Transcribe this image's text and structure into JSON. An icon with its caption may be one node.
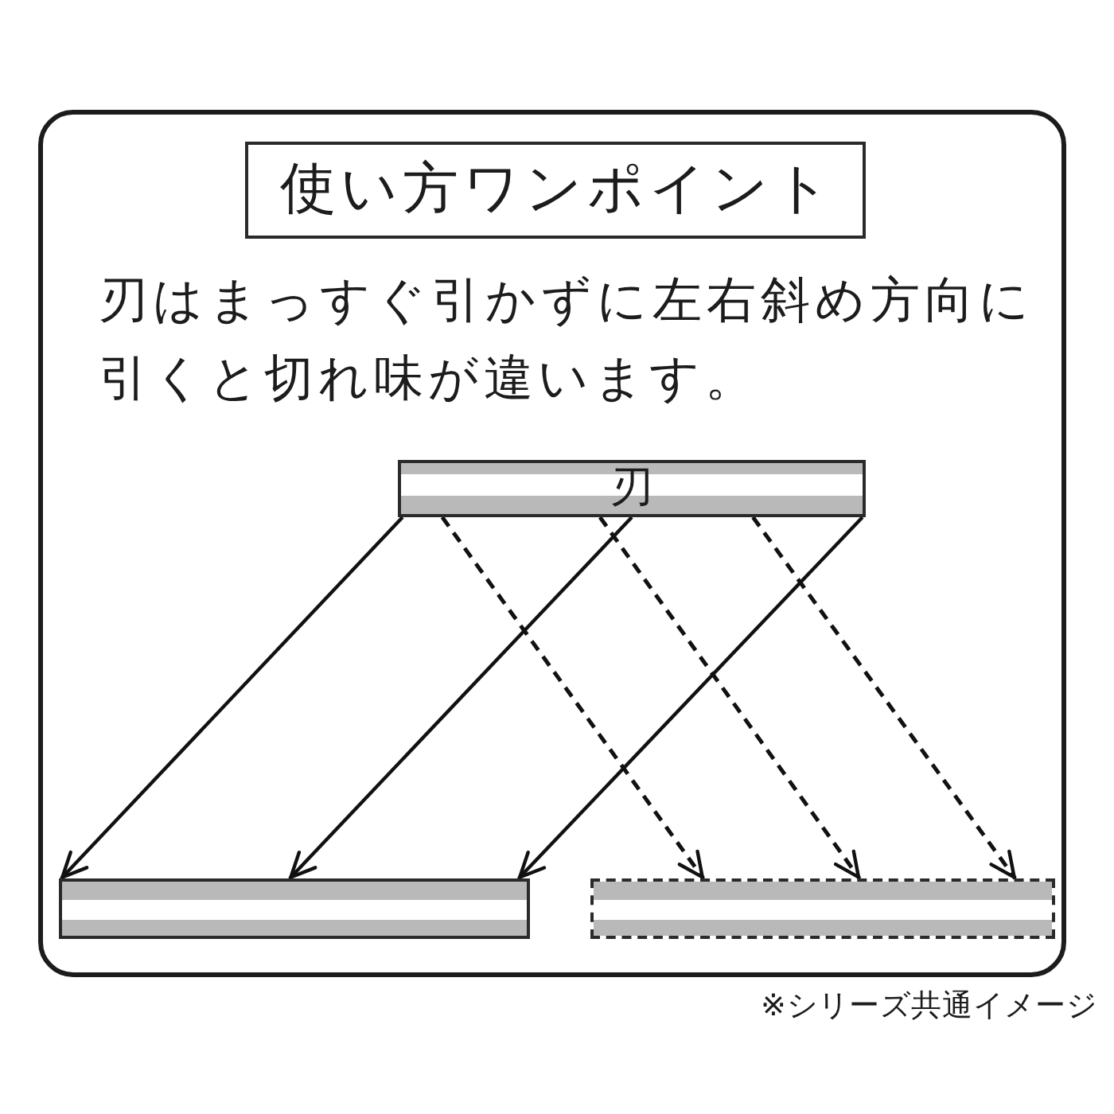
{
  "diagram": {
    "caption": "※シリーズ共通イメージ",
    "nodes": [
      {
        "text": [
          "刃はまっすぐ引かずに左右斜め方向に引くと切れ味が違います。"
        ]
      },
      {
        "text": [
          "使い方ワンポイント"
        ],
        "in": 0
      },
      {
        "text": [
          "刃"
        ],
        "in": 0
      },
      {
        "text": [],
        "shape": "bar",
        "in": 0
      },
      {
        "text": [],
        "shape": "bar",
        "in": 0
      }
    ],
    "edges": [
      {
        "from": 2,
        "to": 3,
        "arrow": "to"
      },
      {
        "from": 2,
        "to": 4,
        "arrow": "to",
        "style": "dashed"
      },
      {
        "from": 2,
        "to": 4,
        "arrow": "to",
        "style": "dashed"
      },
      {
        "from": 2,
        "to": 3,
        "arrow": "to"
      },
      {
        "from": 2,
        "to": 4,
        "arrow": "to",
        "style": "dashed"
      },
      {
        "from": 2,
        "to": 3,
        "arrow": "to"
      }
    ]
  }
}
